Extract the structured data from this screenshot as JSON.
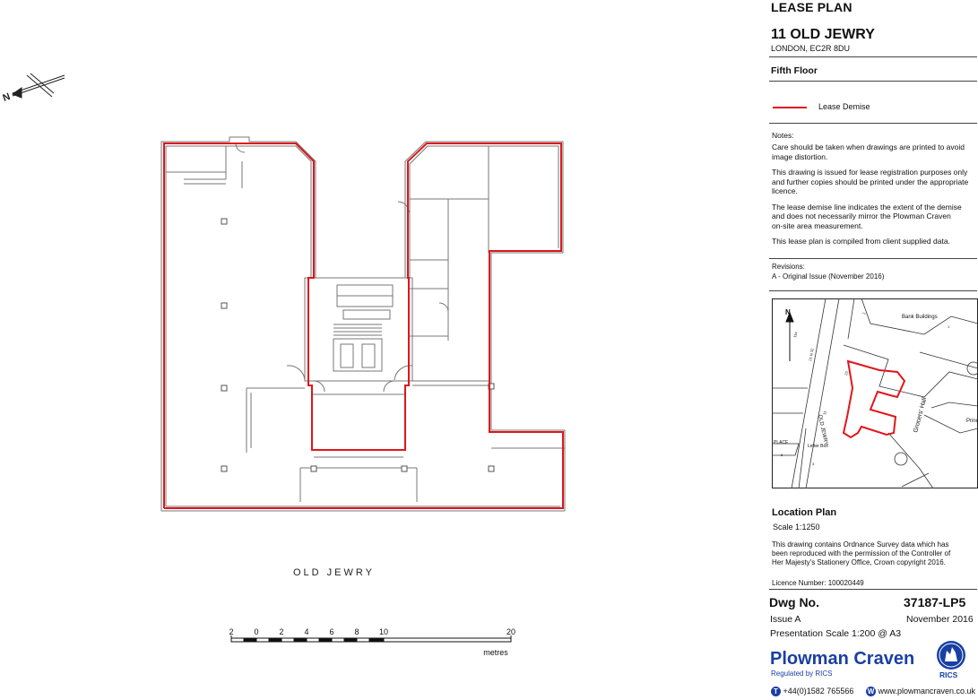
{
  "title_block": {
    "doc_type": "LEASE PLAN",
    "address_line1": "11 OLD JEWRY",
    "address_line2": "LONDON, EC2R 8DU",
    "floor": "Fifth Floor",
    "legend_label": "Lease Demise",
    "notes_heading": "Notes:",
    "notes": [
      [
        "Care should be taken when drawings are printed to avoid",
        "image distortion."
      ],
      [
        "This drawing is issued for lease registration purposes only",
        "and further copies should be printed under the appropriate",
        "licence."
      ],
      [
        "The lease demise line indicates the extent of the demise",
        "and does not necessarily mirror the Plowman Craven",
        "on-site area measurement."
      ],
      [
        "This lease plan is compiled from client supplied data."
      ]
    ],
    "revisions_heading": "Revisions:",
    "revision_a": "A - Original Issue (November 2016)"
  },
  "location_plan": {
    "labels": {
      "north": "N",
      "bank_buildings": "Bank Buildings",
      "old_jewry": "OLD JEWRY",
      "grocers_hall": "Grocers' Hall",
      "prince": "Princ",
      "place": "PLACE",
      "letter_box": "Letter Box",
      "n1": "21 to 32",
      "n2": "23",
      "n3": "11",
      "n4": "8",
      "n5": "11a",
      "n6": "2",
      "n7": "1",
      "n8": "3"
    },
    "heading": "Location Plan",
    "scale": "Scale 1:1250",
    "os_notice": [
      "This drawing contains Ordnance Survey data which has",
      "been reproduced with the permission of the Controller of",
      "Her Majesty's Stationery Office, Crown copyright 2016."
    ],
    "licence": "Licence Number: 100020449"
  },
  "drawing_info": {
    "dwg_label": "Dwg No.",
    "dwg_number": "37187-LP5",
    "issue": "Issue  A",
    "date": "November 2016",
    "presentation_scale": "Presentation Scale  1:200 @ A3"
  },
  "company": {
    "name": "Plowman Craven",
    "regulated": "Regulated by RICS",
    "rics": "RICS",
    "phone_icon": "T",
    "phone": "+44(0)1582 765566",
    "web_icon": "W",
    "website": "www.plowmancraven.co.uk"
  },
  "plan": {
    "street_label": "OLD JEWRY",
    "north_letter": "N",
    "scale_ticks": [
      "2",
      "0",
      "2",
      "4",
      "6",
      "8",
      "10",
      "20"
    ],
    "scale_unit": "metres"
  },
  "colors": {
    "demise": "#e0161b",
    "brand": "#1a3fa3"
  }
}
